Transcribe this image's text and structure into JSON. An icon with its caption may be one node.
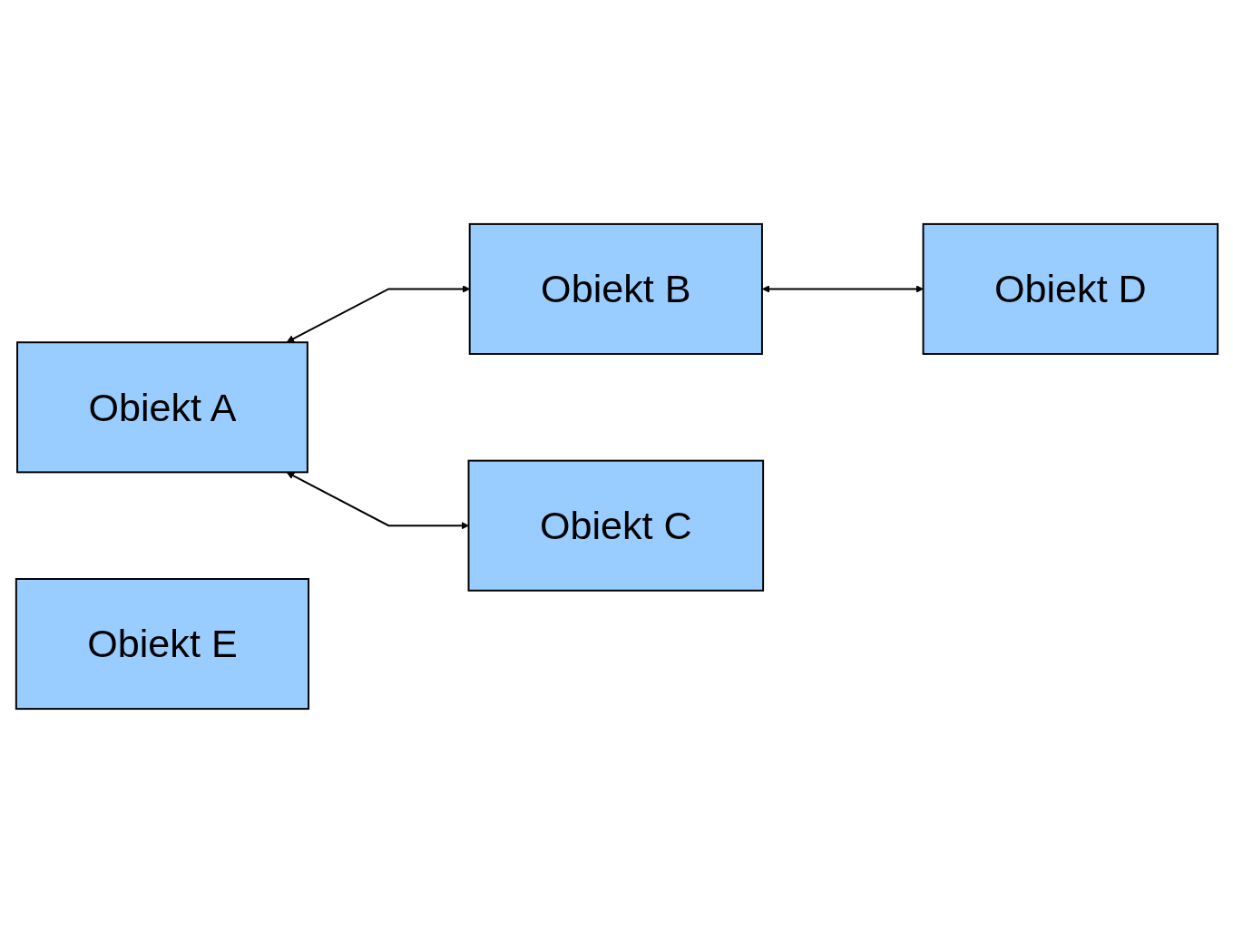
{
  "diagram": {
    "nodes": [
      {
        "text": [
          "Obiekt A"
        ]
      },
      {
        "text": [
          "Obiekt B"
        ]
      },
      {
        "text": [
          "Obiekt E"
        ]
      },
      {
        "text": [
          "Obiekt C"
        ]
      },
      {
        "text": [
          "Obiekt D"
        ]
      }
    ],
    "edges": [
      {
        "from": 0,
        "to": 1,
        "arrow": "both"
      },
      {
        "from": 0,
        "to": 3,
        "arrow": "both"
      },
      {
        "from": 1,
        "to": 4,
        "arrow": "both"
      }
    ]
  }
}
